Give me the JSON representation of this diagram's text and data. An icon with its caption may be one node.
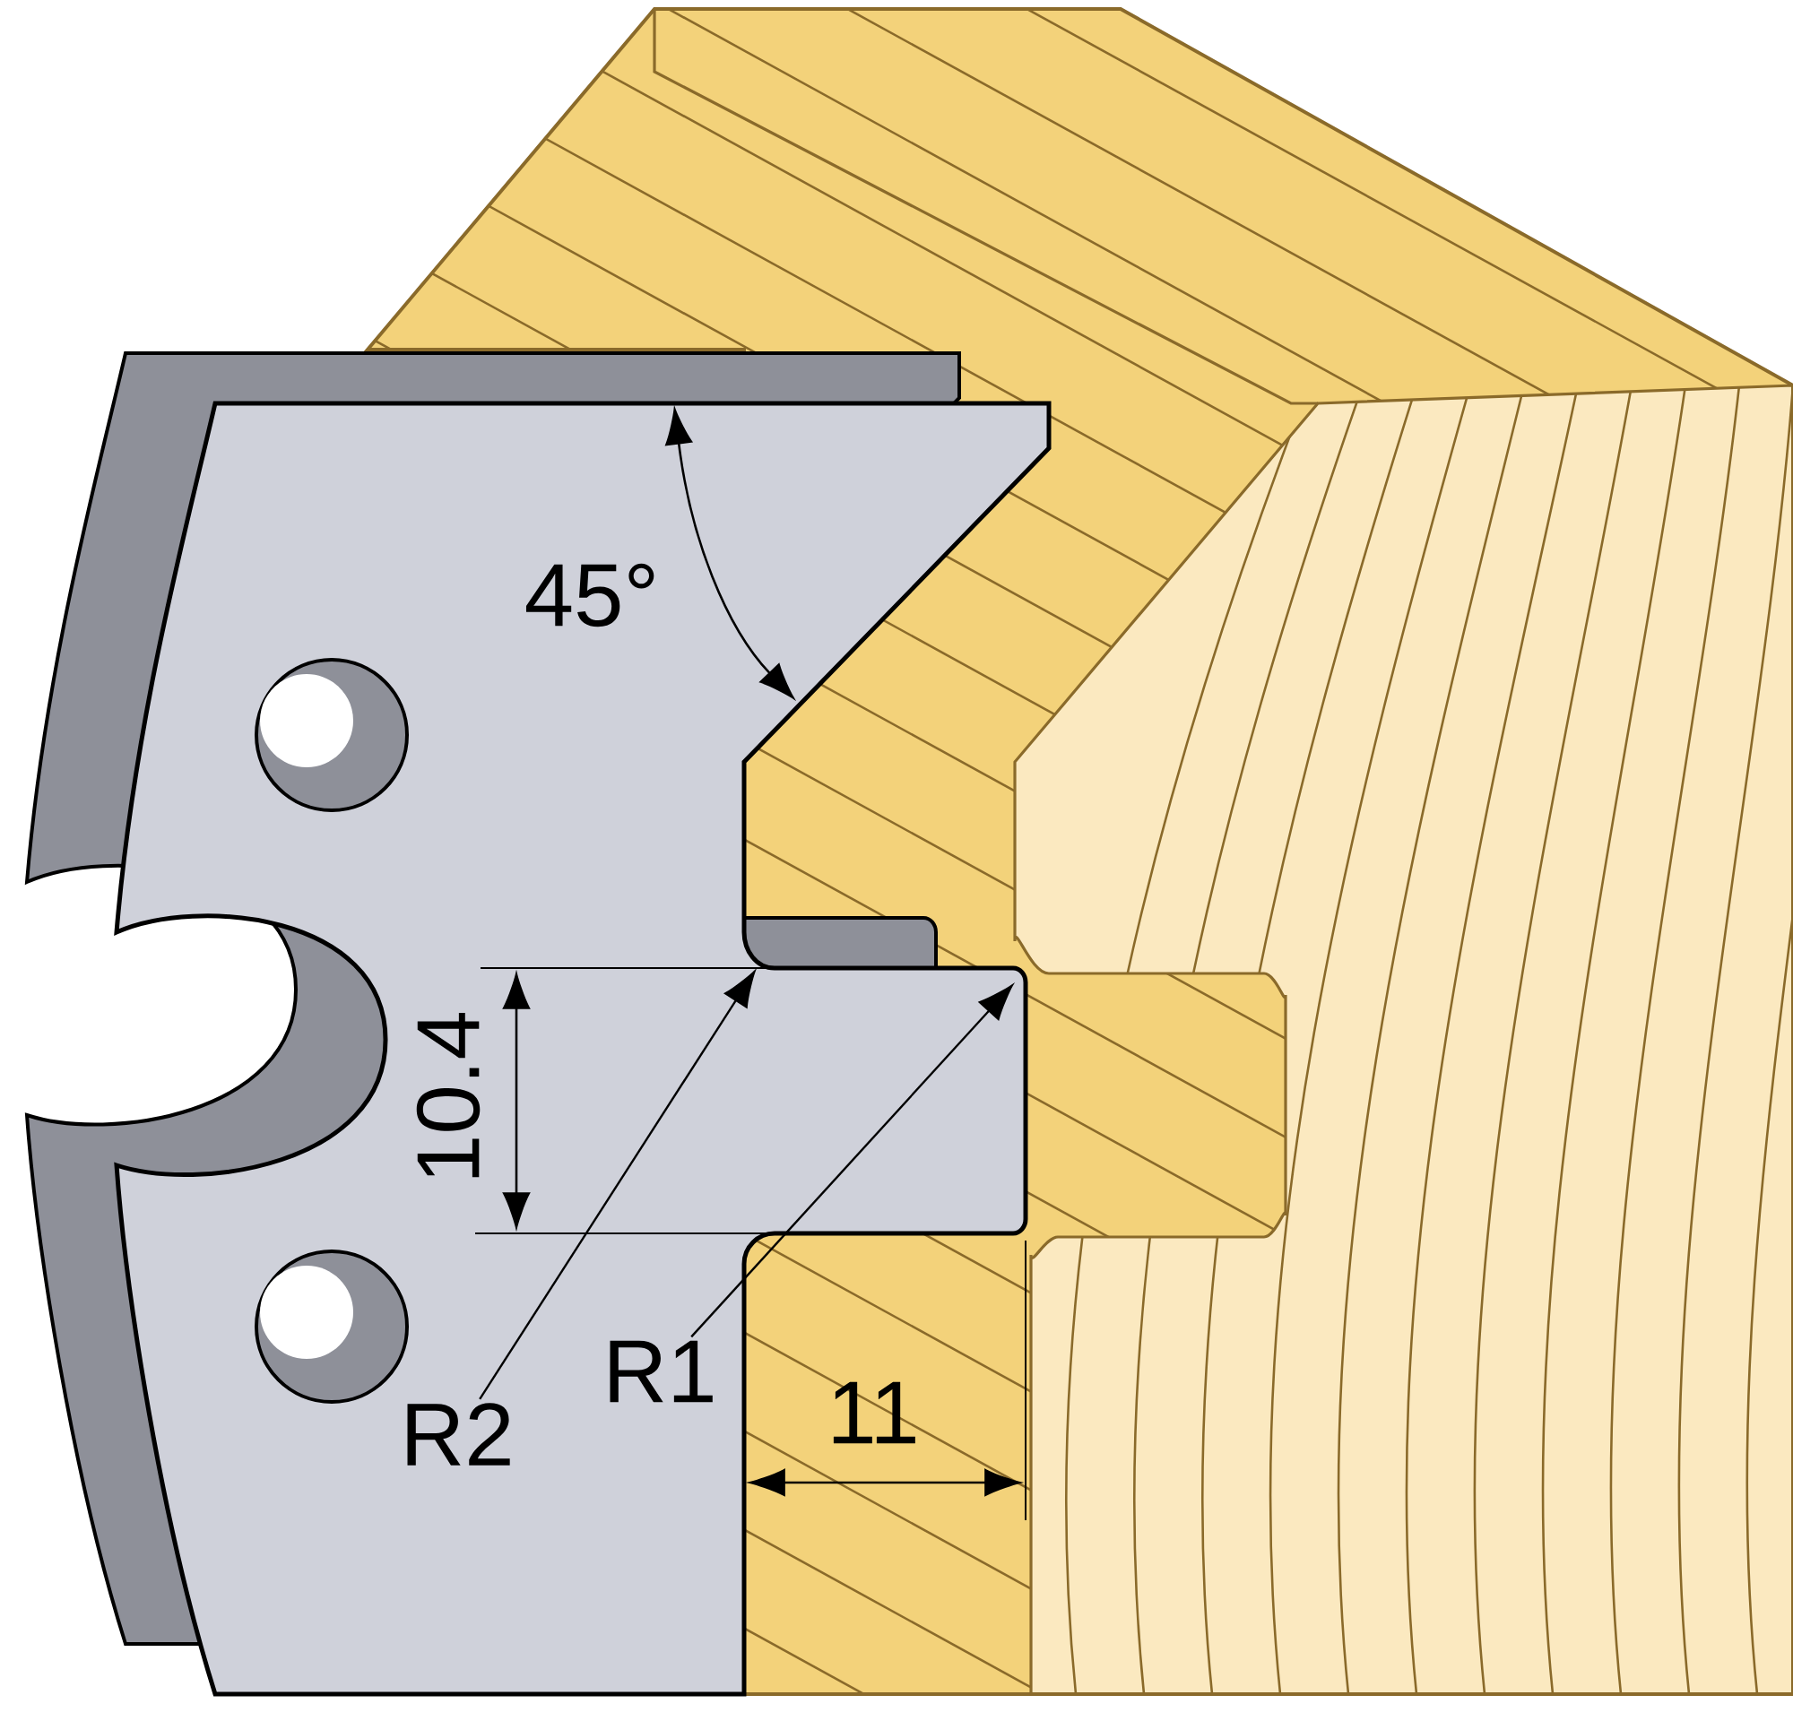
{
  "diagram": {
    "nodes": [
      {
        "text": [
          "R2"
        ]
      },
      {
        "text": [
          "R1"
        ]
      }
    ],
    "edges": [
      {
        "from": 0,
        "to": null,
        "arrow": "to"
      },
      {
        "from": 1,
        "to": null,
        "arrow": "to"
      }
    ],
    "labels": [
      "45°",
      "10.4",
      "11"
    ]
  }
}
